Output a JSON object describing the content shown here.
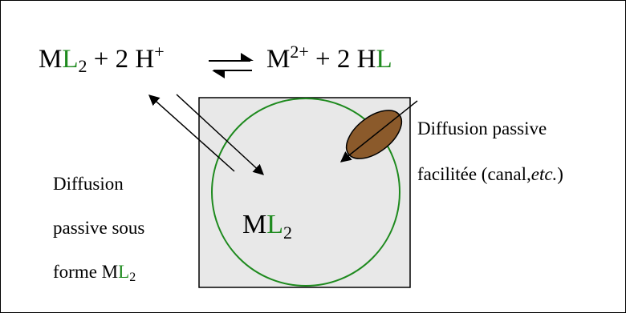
{
  "equation": {
    "left_M": "M",
    "left_L": "L",
    "left_sub": "2",
    "left_rest": " + 2 H",
    "left_sup": "+",
    "right_M": "M",
    "right_sup": "2+",
    "right_rest": " + 2 H",
    "right_L": "L"
  },
  "cell": {
    "label_M": "M",
    "label_L": "L",
    "label_sub": "2"
  },
  "left_caption": {
    "line1": "Diffusion",
    "line2": "passive sous",
    "line3_prefix": "forme M",
    "line3_L": "L",
    "line3_sub": "2"
  },
  "right_caption": {
    "line1": "Diffusion passive",
    "line2_prefix": "facilitée (canal,",
    "line2_italic": "etc.",
    "line2_suffix": ")"
  },
  "colors": {
    "ligand_green": "#1e8a1e",
    "membrane_green": "#1e8a1e",
    "cell_fill": "#e8e8e8",
    "channel_brown": "#8b5a2b"
  }
}
